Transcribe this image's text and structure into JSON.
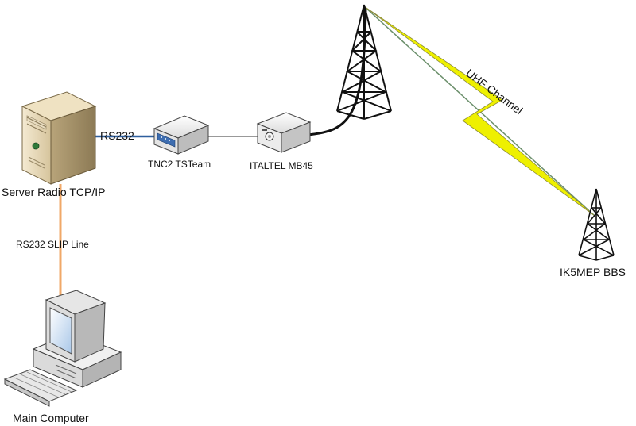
{
  "diagram": {
    "nodes": {
      "server": {
        "label": "Server Radio TCP/IP",
        "icon": "server-tower-icon"
      },
      "tnc": {
        "label": "TNC2 TSTeam",
        "icon": "modem-icon"
      },
      "radio": {
        "label": "ITALTEL MB45",
        "icon": "radio-transceiver-icon"
      },
      "tower_main": {
        "icon": "antenna-tower-icon"
      },
      "bbs": {
        "label": "IK5MEP BBS",
        "icon": "antenna-tower-icon"
      },
      "main_computer": {
        "label": "Main Computer",
        "icon": "desktop-computer-icon"
      }
    },
    "links": {
      "rs232": {
        "label": "RS232",
        "color": "#2e5f9e"
      },
      "slip": {
        "label": "RS232 SLIP Line",
        "color": "#f0a868"
      },
      "uhf": {
        "label": "UHF Channel",
        "color": "#e8f000"
      }
    }
  }
}
